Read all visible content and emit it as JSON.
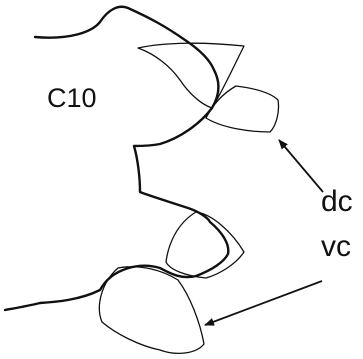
{
  "figure": {
    "labels": {
      "specimen": "C10",
      "dc": "dc",
      "vc": "vc"
    },
    "colors": {
      "stroke": "#111111",
      "background": "#ffffff"
    }
  }
}
